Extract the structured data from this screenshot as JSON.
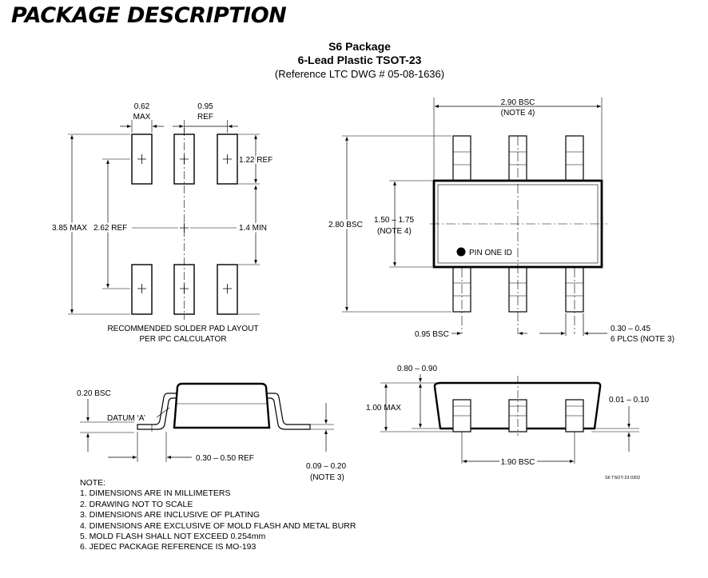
{
  "heading": "PACKAGE DESCRIPTION",
  "title": {
    "line1": "S6 Package",
    "line2": "6-Lead Plastic TSOT-23",
    "line3": "(Reference LTC DWG # 05-08-1636)"
  },
  "pad_layout": {
    "pad_width": "0.62",
    "pad_width_tag": "MAX",
    "pitch": "0.95",
    "pitch_tag": "REF",
    "pad_length": "1.22 REF",
    "overall": "3.85 MAX",
    "inner": "2.62 REF",
    "gap": "1.4 MIN",
    "caption_line1": "RECOMMENDED SOLDER PAD LAYOUT",
    "caption_line2": "PER IPC CALCULATOR"
  },
  "top_view": {
    "width": "2.90 BSC",
    "width_note": "(NOTE 4)",
    "height": "2.80 BSC",
    "body": "1.50 – 1.75",
    "body_note": "(NOTE 4)",
    "pin_one": "PIN ONE ID",
    "pitch": "0.95 BSC",
    "lead_width": "0.30 – 0.45",
    "lead_width_note": "6 PLCS (NOTE 3)"
  },
  "side_view": {
    "standoff": "0.20 BSC",
    "datum": "DATUM ‘A’",
    "foot": "0.30 – 0.50 REF",
    "lead_thk": "0.09 – 0.20",
    "lead_thk_note": "(NOTE 3)"
  },
  "end_view": {
    "body_thk": "0.80 – 0.90",
    "height": "1.00 MAX",
    "standoff": "0.01 – 0.10",
    "span": "1.90 BSC",
    "drawing_code": "S6 TSOT-23 0302"
  },
  "notes": {
    "header": "NOTE:",
    "items": [
      "1. DIMENSIONS ARE IN MILLIMETERS",
      "2. DRAWING NOT TO SCALE",
      "3. DIMENSIONS ARE INCLUSIVE OF PLATING",
      "4. DIMENSIONS ARE EXCLUSIVE OF MOLD FLASH AND METAL BURR",
      "5. MOLD FLASH SHALL NOT EXCEED 0.254mm",
      "6. JEDEC PACKAGE REFERENCE IS MO-193"
    ]
  }
}
